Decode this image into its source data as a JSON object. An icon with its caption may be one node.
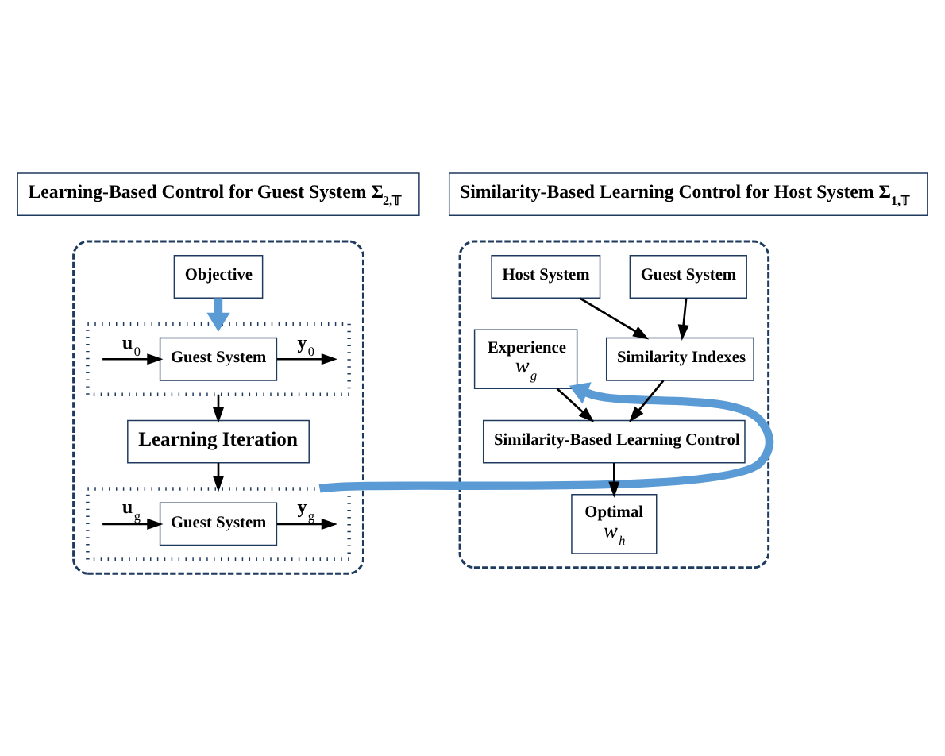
{
  "diagram": {
    "nodes": [
      {
        "text": [
          "Learning-Based Control for Guest System Σ$_{2,𝕋}$"
        ]
      },
      {
        "text": [
          "Similarity-Based Learning Control for Host System Σ$_{1,𝕋}$"
        ]
      },
      {
        "text": [],
        "shape": "box"
      },
      {
        "text": [
          "Objective"
        ],
        "in": 2
      },
      {
        "text": [],
        "shape": "box",
        "in": 2
      },
      {
        "text": [
          "Guest System"
        ],
        "in": 4
      },
      {
        "text": [
          "Learning Iteration"
        ],
        "in": 2
      },
      {
        "text": [],
        "shape": "box",
        "in": 2
      },
      {
        "text": [
          "Guest System"
        ],
        "in": 7
      },
      {
        "text": [],
        "shape": "box"
      },
      {
        "text": [
          "Guest System"
        ],
        "in": 9
      },
      {
        "text": [
          "Host System"
        ],
        "in": 9
      },
      {
        "text": [
          "Similarity Indexes"
        ],
        "in": 9
      },
      {
        "text": [
          "Similarity-Based Learning Control"
        ],
        "in": 9
      },
      {
        "text": [
          "Experience",
          "w$_{g}$"
        ],
        "in": 9
      },
      {
        "text": [
          "Optimal",
          "w$_{h}$"
        ],
        "in": 9
      }
    ],
    "edges": [
      {
        "from": null,
        "to": 5,
        "arrow": "to",
        "label": "**u**$_{0}$"
      },
      {
        "from": 5,
        "to": null,
        "arrow": "to",
        "label": "**y**$_{0}$"
      },
      {
        "from": 3,
        "to": 4,
        "arrow": "to",
        "style": "thick",
        "color": "#5b9bd5"
      },
      {
        "from": 4,
        "to": 6,
        "arrow": "to"
      },
      {
        "from": 6,
        "to": 7,
        "arrow": "to"
      },
      {
        "from": null,
        "to": 8,
        "arrow": "to",
        "label": "**u**$_{g}$"
      },
      {
        "from": 8,
        "to": null,
        "arrow": "to",
        "label": "**y**$_{g}$"
      },
      {
        "from": 7,
        "to": 14,
        "arrow": "to",
        "style": "thick",
        "color": "#5b9bd5"
      },
      {
        "from": 10,
        "to": 12,
        "arrow": "to"
      },
      {
        "from": 11,
        "to": 12,
        "arrow": "to"
      },
      {
        "from": 12,
        "to": 13,
        "arrow": "to"
      },
      {
        "from": 14,
        "to": 13,
        "arrow": "to"
      },
      {
        "from": 13,
        "to": 15,
        "arrow": "to"
      }
    ]
  }
}
